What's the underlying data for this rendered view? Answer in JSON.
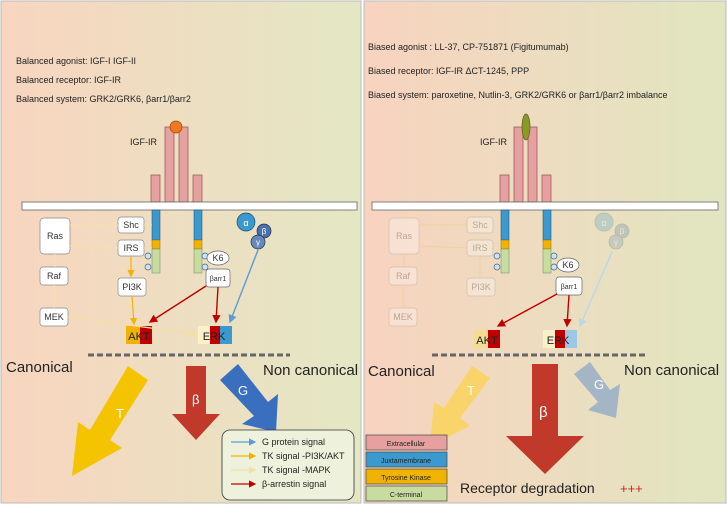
{
  "left": {
    "balanced_agonist": "Balanced agonist: IGF-I IGF-II",
    "balanced_receptor": "Balanced receptor: IGF-IR",
    "balanced_system": "Balanced system: GRK2/GRK6,  βarr1/βarr2",
    "receptor_label": "IGF-IR",
    "nodes": {
      "ras": "Ras",
      "shc": "Shc",
      "irs": "IRS",
      "raf": "Raf",
      "pi3k": "PI3K",
      "mek": "MEK",
      "k6": "K6",
      "barr1": "βarr1",
      "akt": "AKT",
      "erk": "ERK",
      "alpha": "α",
      "beta": "β",
      "gamma": "γ"
    },
    "canonical": "Canonical",
    "non_canonical": "Non canonical",
    "arrow_t": "T",
    "arrow_b": "β",
    "arrow_g": "G"
  },
  "legend_signals": [
    {
      "label": "G protein signal",
      "color": "#5b9bd5"
    },
    {
      "label": "TK signal -PI3K/AKT",
      "color": "#f0b400"
    },
    {
      "label": "TK signal -MAPK",
      "color": "#f8e0a0"
    },
    {
      "label": "β-arrestin signal",
      "color": "#c00000"
    }
  ],
  "right": {
    "biased_agonist": "Biased agonist : LL-37, CP-751871 (Figitumumab)",
    "biased_receptor": "Biased receptor: IGF-IR ΔCT-1245, PPP",
    "biased_system": "Biased system: paroxetine, Nutlin-3,  GRK2/GRK6 or βarr1/βarr2 imbalance",
    "receptor_label": "IGF-IR",
    "nodes": {
      "ras": "Ras",
      "shc": "Shc",
      "irs": "IRS",
      "raf": "Raf",
      "pi3k": "PI3K",
      "mek": "MEK",
      "k6": "K6",
      "barr1": "βarr1",
      "akt": "AKT",
      "erk": "ERK",
      "alpha": "α",
      "beta": "β",
      "gamma": "γ"
    },
    "canonical": "Canonical",
    "non_canonical": "Non canonical",
    "arrow_t": "T",
    "arrow_b": "β",
    "arrow_g": "G",
    "degradation": "Receptor degradation",
    "degradation_plus": "+++"
  },
  "legend_domains": [
    {
      "label": "Extracellular",
      "color": "#e6a0a0"
    },
    {
      "label": "Juxtamembrane",
      "color": "#3a9ad0"
    },
    {
      "label": "Tyrosine Kinase",
      "color": "#f0b400"
    },
    {
      "label": "C-terminal",
      "color": "#c8dca0"
    }
  ]
}
